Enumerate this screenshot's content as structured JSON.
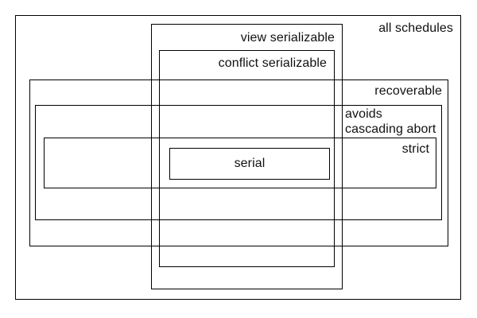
{
  "diagram": {
    "kind": "nested-set-diagram",
    "boxes": {
      "all_schedules": {
        "label": "all schedules"
      },
      "view_serializable": {
        "label": "view serializable"
      },
      "conflict_serializable": {
        "label": "conflict serializable"
      },
      "recoverable": {
        "label": "recoverable"
      },
      "avoids_cascading_abort": {
        "label": "avoids cascading abort",
        "line1": "avoids",
        "line2": "cascading abort"
      },
      "strict": {
        "label": "strict"
      },
      "serial": {
        "label": "serial"
      }
    },
    "colors": {
      "line": "#000000",
      "text": "#111111",
      "background": "#ffffff"
    }
  }
}
